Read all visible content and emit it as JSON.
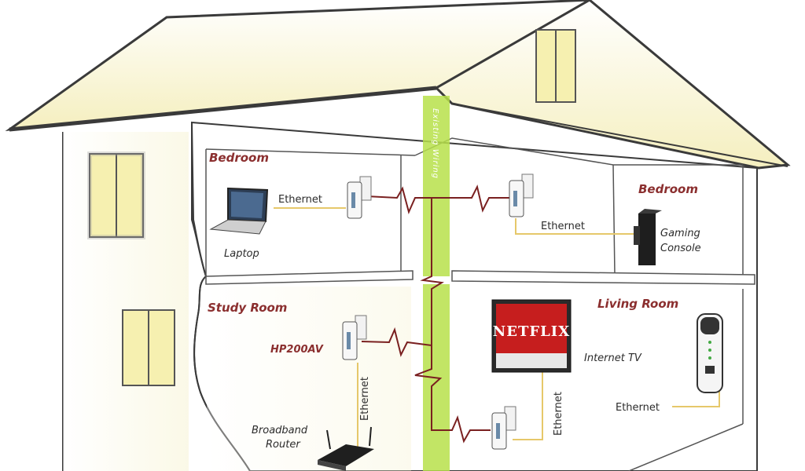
{
  "rooms": {
    "bedroom_left": "Bedroom",
    "bedroom_right": "Bedroom",
    "study_room": "Study Room",
    "living_room": "Living Room"
  },
  "devices": {
    "laptop": "Laptop",
    "gaming_console_line1": "Gaming",
    "gaming_console_line2": "Console",
    "adapter_model": "HP200AV",
    "router_line1": "Broadband",
    "router_line2": "Router",
    "tv": "Internet TV",
    "tv_brand": "NETFLIX"
  },
  "connections": {
    "ethernet_laptop": "Ethernet",
    "ethernet_console": "Ethernet",
    "ethernet_router": "Ethernet",
    "ethernet_tv": "Ethernet",
    "ethernet_living": "Ethernet",
    "power_wiring": "Existing Wiring"
  },
  "colors": {
    "house_outline": "#3a3a3a",
    "wall_glow": "#f3efc6",
    "power_line": "#7a2020",
    "ethernet_line": "#e6c86a",
    "wiring_band": "#b7e04a",
    "label_red": "#8b2f2f"
  }
}
